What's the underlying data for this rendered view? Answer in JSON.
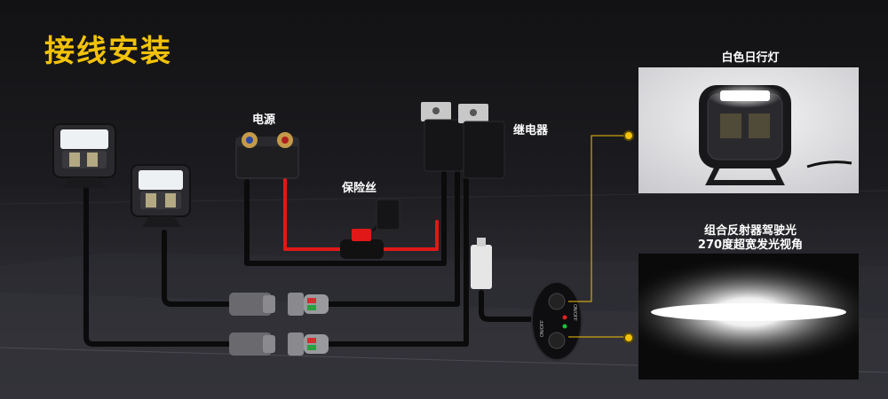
{
  "title": "接线安装",
  "labels": {
    "power": "电源",
    "fuse": "保险丝",
    "relay": "继电器",
    "drl": "白色日行灯",
    "beam_line1": "组合反射器驾驶光",
    "beam_line2": "270度超宽发光视角"
  },
  "switch_labels": {
    "top": "ON/OFF",
    "bottom": "ON/OFF"
  },
  "colors": {
    "title": "#f2c20a",
    "wire_black": "#0b0b0c",
    "wire_red": "#e01818",
    "callout": "#f2c20a",
    "indicator_red": "#e02020",
    "indicator_green": "#20c040"
  }
}
